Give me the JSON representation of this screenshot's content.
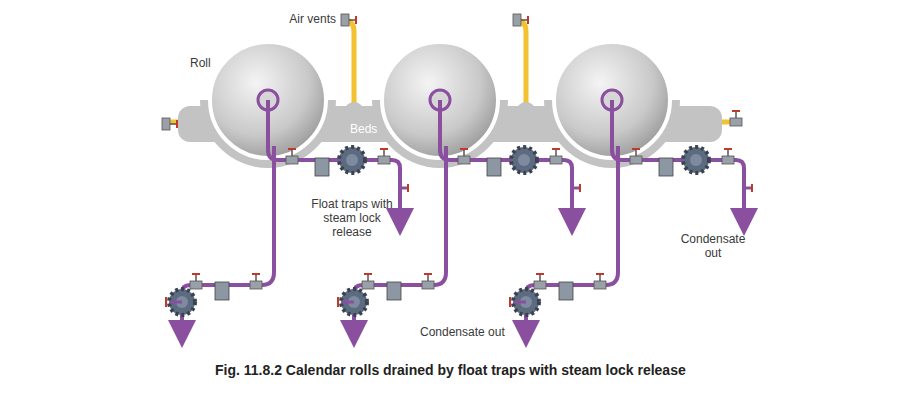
{
  "diagram": {
    "caption": "Fig. 11.8.2 Calendar rolls drained by float traps with steam lock release",
    "labels": [
      "Air vents",
      "Roll",
      "Beds",
      "Float traps with steam lock release",
      "Condensate out",
      "Condensate out"
    ]
  }
}
